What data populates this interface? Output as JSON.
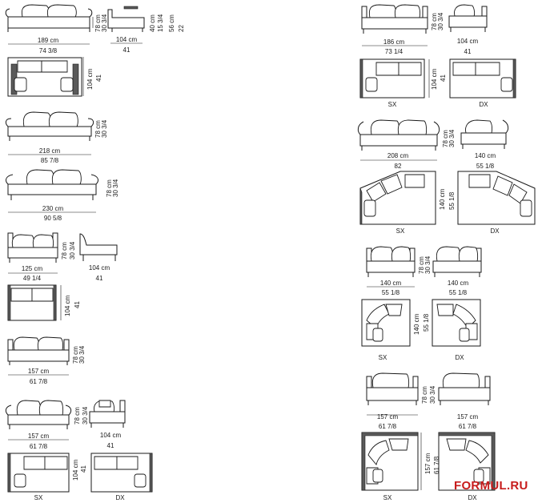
{
  "left_column": {
    "m1": {
      "depth": "78 cm",
      "seat": "30 3/4",
      "width_cm": "189 cm",
      "width_in": "74 3/8",
      "side_depth": "104 cm",
      "side_depth_in": "41",
      "h1": "40 cm",
      "h2": "15 3/4",
      "h3": "56 cm",
      "h4": "22",
      "plan_depth": "104 cm",
      "plan_depth_in": "41"
    },
    "m2": {
      "depth": "78 cm",
      "seat": "30 3/4",
      "width_cm": "218 cm",
      "width_in": "85 7/8"
    },
    "m3": {
      "depth": "78 cm",
      "seat": "30 3/4",
      "width_cm": "230 cm",
      "width_in": "90 5/8"
    },
    "m4": {
      "depth": "78 cm",
      "seat": "30 3/4",
      "width_cm": "125 cm",
      "width_in": "49 1/4",
      "side_depth": "104 cm",
      "side_depth_in": "41",
      "plan_depth": "104 cm",
      "plan_depth_in": "41"
    },
    "m5": {
      "depth": "78 cm",
      "seat": "30 3/4",
      "width_cm": "157 cm",
      "width_in": "61 7/8"
    },
    "m6": {
      "depth": "78 cm",
      "seat": "30 3/4",
      "width_cm": "157 cm",
      "width_in": "61 7/8",
      "side_depth": "104 cm",
      "side_depth_in": "41",
      "plan_depth": "104 cm",
      "plan_depth_in": "41",
      "sx": "SX",
      "dx": "DX"
    }
  },
  "right_column": {
    "r1": {
      "depth": "78 cm",
      "seat": "30 3/4",
      "width_cm": "186 cm",
      "width_in": "73 1/4",
      "side_depth": "104 cm",
      "side_depth_in": "41",
      "plan_depth": "104 cm",
      "plan_depth_in": "41",
      "sx": "SX",
      "dx": "DX"
    },
    "r2": {
      "depth": "78 cm",
      "seat": "30 3/4",
      "width_cm": "208 cm",
      "width_in": "82",
      "side_width": "140 cm",
      "side_width_in": "55 1/8",
      "plan_depth": "140 cm",
      "plan_depth_in": "55 1/8",
      "sx": "SX",
      "dx": "DX"
    },
    "r3": {
      "depth": "78 cm",
      "seat": "30 3/4",
      "width_cm": "140 cm",
      "width_in": "55 1/8",
      "side_width": "140 cm",
      "side_width_in": "55 1/8",
      "plan_depth": "140 cm",
      "plan_depth_in": "55 1/8",
      "sx": "SX",
      "dx": "DX"
    },
    "r4": {
      "depth": "78 cm",
      "seat": "30 3/4",
      "width_cm": "157 cm",
      "width_in": "61 7/8",
      "side_width": "157 cm",
      "side_width_in": "61 7/8",
      "plan_depth": "157 cm",
      "plan_depth_in": "61 7/8",
      "sx": "SX",
      "dx": "DX"
    }
  },
  "watermark": "FORMUL.RU"
}
